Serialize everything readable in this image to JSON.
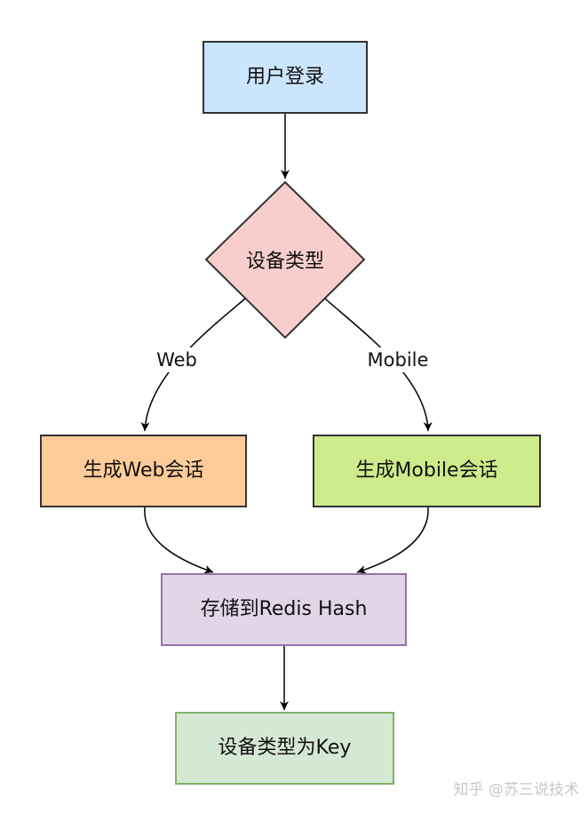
{
  "nodes": {
    "login": "用户登录",
    "device_type": "设备类型",
    "web_session": "生成Web会话",
    "mobile_session": "生成Mobile会话",
    "store": "存储到Redis Hash",
    "key": "设备类型为Key"
  },
  "edge_labels": {
    "web": "Web",
    "mobile": "Mobile"
  },
  "watermark": "知乎 @苏三说技术",
  "colors": {
    "login_fill": "#cce5ff",
    "device_type_fill": "#f8cecc",
    "web_session_fill": "#ffcc99",
    "mobile_session_fill": "#cdeb8b",
    "store_fill": "#e1d5e7",
    "key_fill": "#d5e8d4",
    "store_border": "#9673a6",
    "key_border": "#82b366",
    "line": "#000000"
  }
}
